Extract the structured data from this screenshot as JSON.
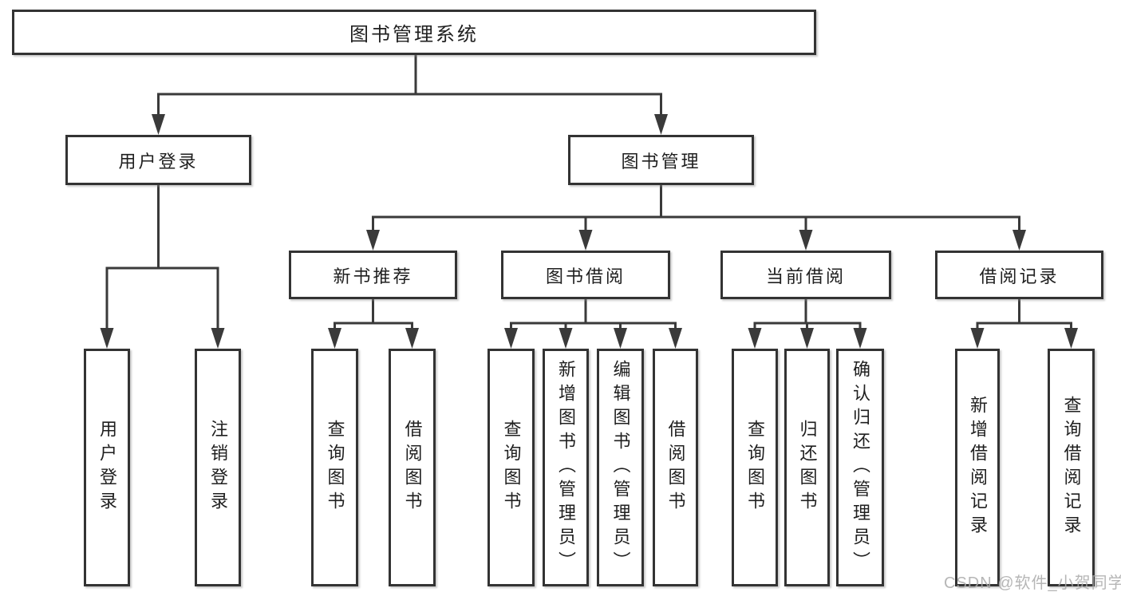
{
  "diagram_title": "图书管理系统",
  "nodes": {
    "root": {
      "label": "图书管理系统"
    },
    "user_login": {
      "label": "用户登录"
    },
    "book_mgmt": {
      "label": "图书管理"
    },
    "new_book_rec": {
      "label": "新书推荐"
    },
    "book_borrow": {
      "label": "图书借阅"
    },
    "current_borrow": {
      "label": "当前借阅"
    },
    "borrow_records": {
      "label": "借阅记录"
    },
    "leaves": [
      {
        "group": "用户登录",
        "label": "用户登录"
      },
      {
        "group": "用户登录",
        "label": "注销登录"
      },
      {
        "group": "新书推荐",
        "label": "查询图书"
      },
      {
        "group": "新书推荐",
        "label": "借阅图书"
      },
      {
        "group": "图书借阅",
        "label": "查询图书"
      },
      {
        "group": "图书借阅",
        "label": "新增图书（管理员）"
      },
      {
        "group": "图书借阅",
        "label": "编辑图书（管理员）"
      },
      {
        "group": "图书借阅",
        "label": "借阅图书"
      },
      {
        "group": "当前借阅",
        "label": "查询图书"
      },
      {
        "group": "当前借阅",
        "label": "归还图书"
      },
      {
        "group": "当前借阅",
        "label": "确认归还（管理员）"
      },
      {
        "group": "借阅记录",
        "label": "新增借阅记录"
      },
      {
        "group": "借阅记录",
        "label": "查询借阅记录"
      }
    ]
  },
  "watermark": {
    "text": "CSDN @软件_小贺同学"
  },
  "colors": {
    "border": "#333333",
    "line": "#3a3a3a",
    "text": "#1f1f1f",
    "watermark": "#aaaaaa",
    "background": "#ffffff"
  }
}
